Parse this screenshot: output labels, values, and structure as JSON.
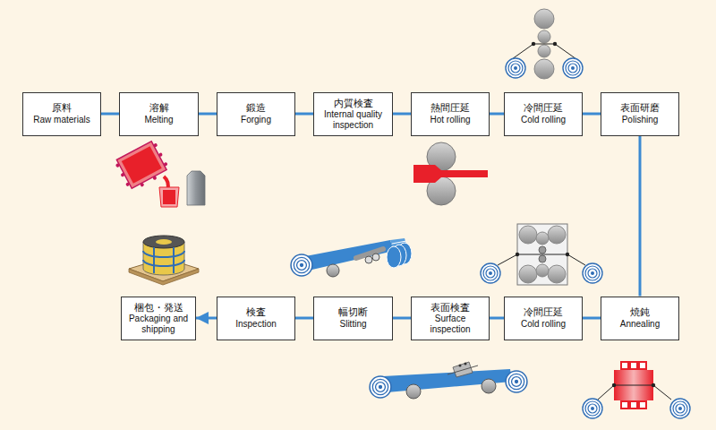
{
  "diagram": {
    "nodes": [
      {
        "text": [
          "原料",
          "Raw materials"
        ]
      },
      {
        "text": [
          "溶解",
          "Melting"
        ]
      },
      {
        "text": [
          "鍛造",
          "Forging"
        ]
      },
      {
        "text": [
          "内質検査",
          "Internal quality inspection"
        ]
      },
      {
        "text": [
          "熱間圧延",
          "Hot rolling"
        ]
      },
      {
        "text": [
          "冷間圧延",
          "Cold rolling"
        ]
      },
      {
        "text": [
          "表面研磨",
          "Polishing"
        ]
      },
      {
        "text": [
          "梱包・発送",
          "Packaging and shipping"
        ]
      },
      {
        "text": [
          "検査",
          "Inspection"
        ]
      },
      {
        "text": [
          "幅切断",
          "Slitting"
        ]
      },
      {
        "text": [
          "表面検査",
          "Surface inspection"
        ]
      },
      {
        "text": [
          "冷間圧延",
          "Cold rolling"
        ]
      },
      {
        "text": [
          "焼鈍",
          "Annealing"
        ]
      }
    ],
    "edges": [
      {
        "from": 0,
        "to": 1,
        "arrow": "none"
      },
      {
        "from": 1,
        "to": 2,
        "arrow": "none"
      },
      {
        "from": 2,
        "to": 3,
        "arrow": "none"
      },
      {
        "from": 3,
        "to": 4,
        "arrow": "none"
      },
      {
        "from": 4,
        "to": 5,
        "arrow": "none"
      },
      {
        "from": 5,
        "to": 6,
        "arrow": "none"
      },
      {
        "from": 6,
        "to": 12,
        "arrow": "none"
      },
      {
        "from": 12,
        "to": 11,
        "arrow": "none"
      },
      {
        "from": 11,
        "to": 10,
        "arrow": "none"
      },
      {
        "from": 10,
        "to": 9,
        "arrow": "none"
      },
      {
        "from": 9,
        "to": 8,
        "arrow": "none"
      },
      {
        "from": 8,
        "to": 7,
        "arrow": "to"
      }
    ]
  }
}
